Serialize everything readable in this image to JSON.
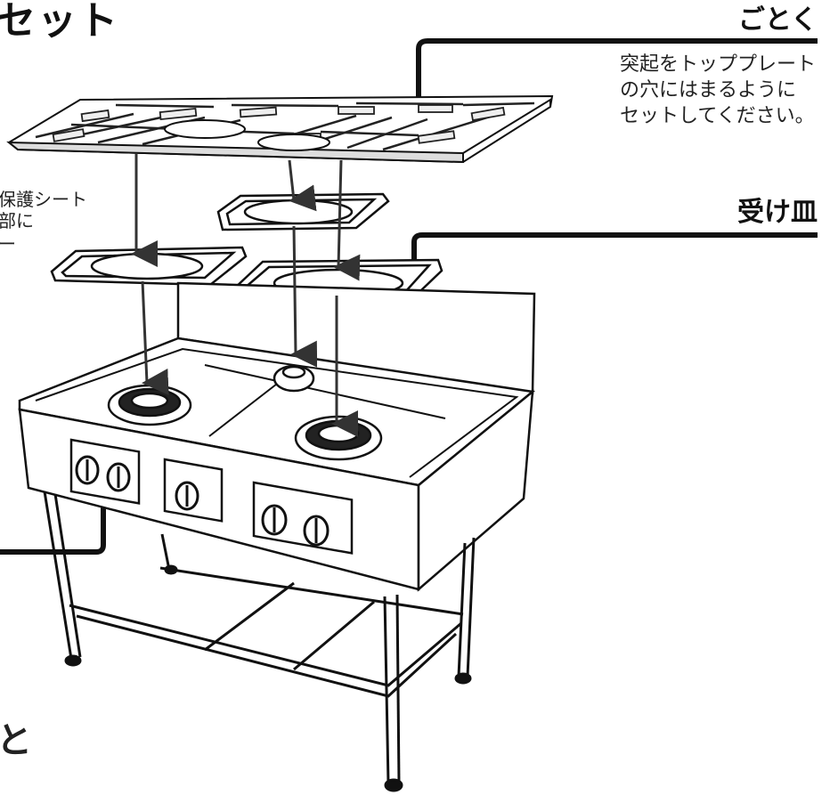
{
  "title_fragment": "セット",
  "labels": {
    "gotoku": "ごとく",
    "ukezara": "受け皿"
  },
  "note": {
    "lines": [
      "突起をトッププレート",
      "の穴にはまるように",
      "セットしてください。"
    ]
  },
  "left_fragments": [
    "保護シート",
    "部に",
    "ー",
    "と"
  ]
}
